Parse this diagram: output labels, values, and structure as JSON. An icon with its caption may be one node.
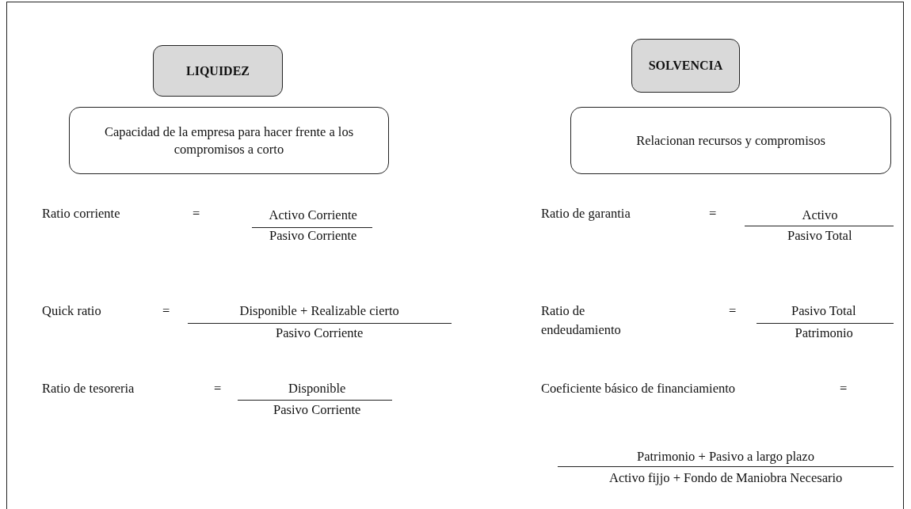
{
  "diagram": {
    "nodes": [
      {
        "text": [
          "LIQUIDEZ"
        ]
      },
      {
        "text": [
          "SOLVENCIA"
        ]
      },
      {
        "text": [
          "Capacidad de la empresa para hacer frente a los compromisos a corto"
        ]
      },
      {
        "text": [
          "Relacionan recursos y compromisos"
        ]
      }
    ],
    "labels": [
      "Ratio corriente",
      "=",
      "Activo Corriente",
      "Pasivo Corriente",
      "Quick ratio",
      "=",
      "Disponible + Realizable cierto",
      "Pasivo Corriente",
      "Ratio de tesoreria",
      "=",
      "Disponible",
      "Pasivo Corriente",
      "Ratio de garantia",
      "=",
      "Activo",
      "Pasivo Total",
      "Ratio de endeudamiento",
      "=",
      "Pasivo Total",
      "Patrimonio",
      "Coeficiente básico de financiamiento",
      "=",
      "Patrimonio + Pasivo a largo plazo",
      "Activo fijjo + Fondo de Maniobra Necesario"
    ]
  }
}
